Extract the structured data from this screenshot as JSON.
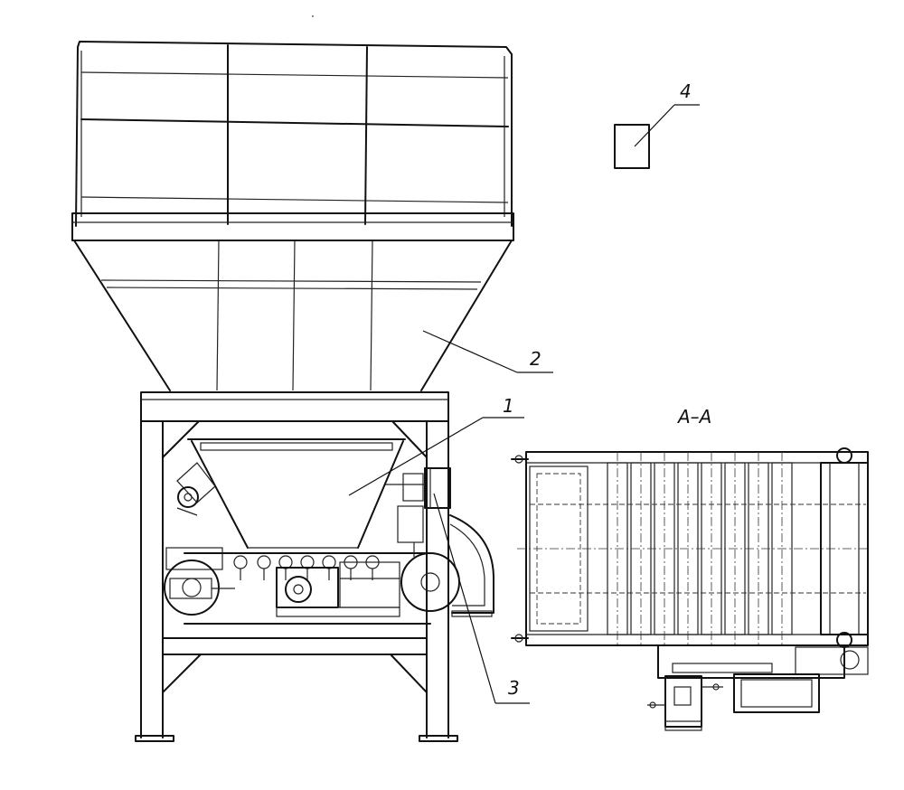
{
  "callouts": [
    {
      "id": "1",
      "label": "1"
    },
    {
      "id": "2",
      "label": "2"
    },
    {
      "id": "3",
      "label": "3"
    },
    {
      "id": "4",
      "label": "4"
    }
  ],
  "section_view": {
    "label": "A–A"
  }
}
